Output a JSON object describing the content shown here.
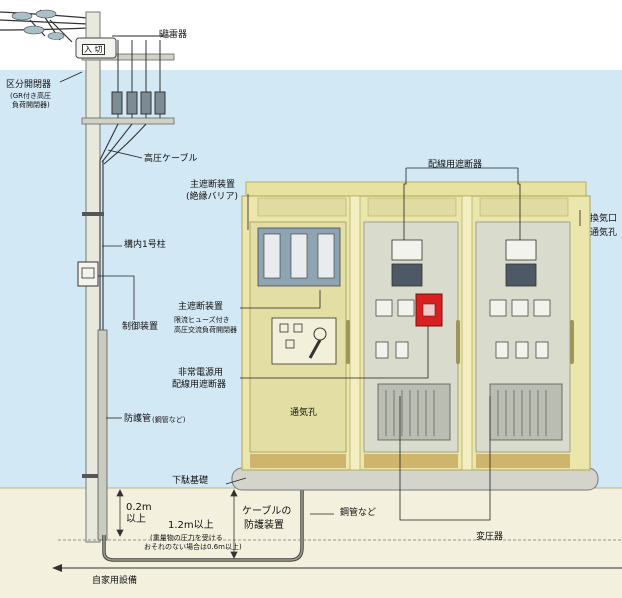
{
  "colors": {
    "sky": "#cfe6f6",
    "ground": "#f2f0dc",
    "pole": "#e6e9dc",
    "cabinet": "#e9e4a8",
    "cabinet_frame": "#c9c36a",
    "panel_inner": "#d8dcc8",
    "breaker_red": "#d82020",
    "base": "#d4d4cc",
    "trim": "#cdb870",
    "line": "#222222"
  },
  "labels": {
    "switch_in_out": "入 切",
    "lightning_arrester": "避雷器",
    "section_switch": "区分開閉器",
    "section_switch_sub1": "(GR付き高圧",
    "section_switch_sub2": "負荷開閉器)",
    "hv_cable": "高圧ケーブル",
    "main_breaker_top_1": "主遮断装置",
    "main_breaker_top_2": "(絶縁バリア)",
    "wiring_breaker_top": "配線用遮断器",
    "vent_right_1": "換気口",
    "vent_right_2": "通気孔",
    "pole_no1": "構内1号柱",
    "control_device": "制御装置",
    "main_breaker_mid": "主遮断装置",
    "fuse_note_1": "限流ヒューズ付き",
    "fuse_note_2": "高圧交流負荷開閉器",
    "emergency_1": "非常電源用",
    "emergency_2": "配線用遮断器",
    "vent_hole": "通気孔",
    "protective_pipe": "防護管",
    "protective_pipe_sub": "(鋼管など)",
    "foundation": "下駄基礎",
    "depth_1": "0.2m",
    "depth_2": "以上",
    "depth_3": "1.2m以上",
    "depth_note_1": "(重量物の圧力を受ける",
    "depth_note_2": "おそれのない場合は0.6m以上)",
    "cable_protect_1": "ケーブルの",
    "cable_protect_2": "防護装置",
    "steel_pipe": "鋼管など",
    "transformer": "変圧器",
    "private_facility": "自家用設備"
  }
}
